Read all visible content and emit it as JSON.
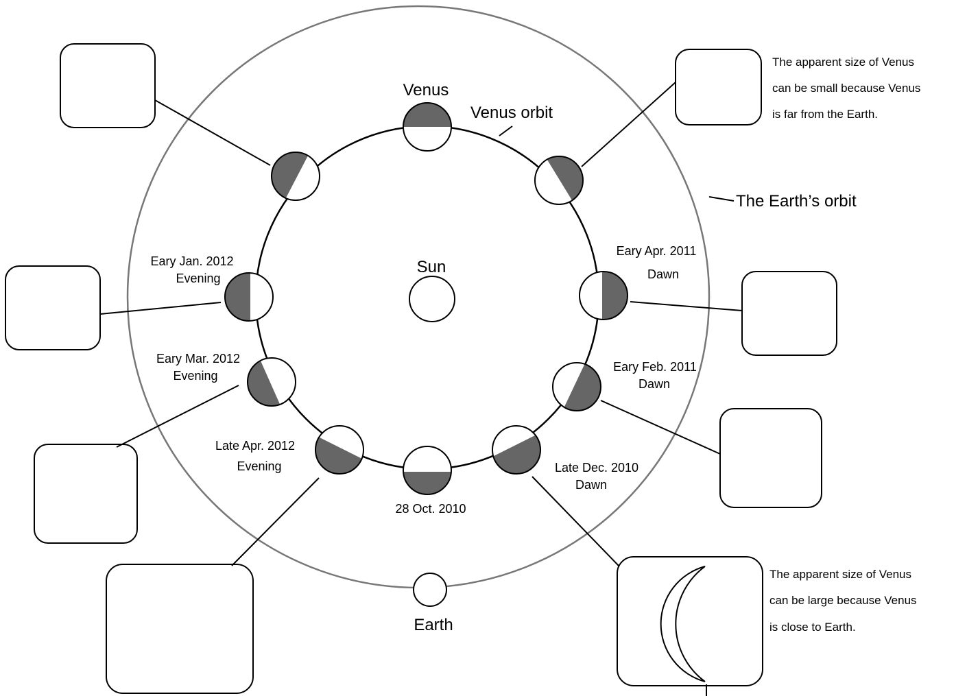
{
  "labels": {
    "venus": "Venus",
    "venus_orbit": "Venus orbit",
    "earth_orbit": "The Earth’s orbit",
    "sun": "Sun",
    "earth": "Earth"
  },
  "positions": {
    "apr2011": {
      "line1": "Eary Apr. 2011",
      "line2": "Dawn"
    },
    "feb2011": {
      "line1": "Eary Feb. 2011",
      "line2": "Dawn"
    },
    "dec2010": {
      "line1": "Late Dec. 2010",
      "line2": "Dawn"
    },
    "oct2010": {
      "line1": "28 Oct. 2010"
    },
    "apr2012": {
      "line1": "Late Apr. 2012",
      "line2": "Evening"
    },
    "mar2012": {
      "line1": "Eary Mar. 2012",
      "line2": "Evening"
    },
    "jan2012": {
      "line1": "Eary Jan. 2012",
      "line2": "Evening"
    }
  },
  "notes": {
    "small": [
      "The apparent size of  Venus",
      "can be small because  Venus",
      "is far from the Earth."
    ],
    "large": [
      "The apparent size of  Venus",
      "can be large because  Venus",
      "is close to Earth."
    ]
  },
  "colors": {
    "shade": "#666666",
    "orbit_outer": "#777777",
    "line": "#000000"
  }
}
